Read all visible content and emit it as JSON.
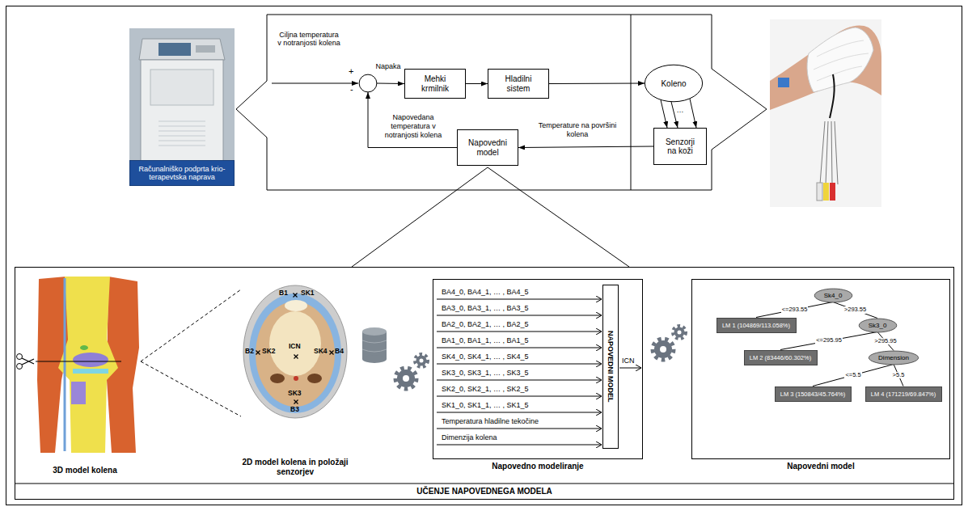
{
  "diagram": {
    "nodes": [
      {
        "text": [
          "Računalniško podprta krio-terapevtska naprava"
        ]
      },
      {
        "text": [
          "+",
          "-"
        ]
      },
      {
        "text": [
          "Mehki krmilnik"
        ]
      },
      {
        "text": [
          "Hladilni sistem"
        ]
      },
      {
        "text": [
          "Koleno"
        ]
      },
      {
        "text": [
          "Senzorji na koži"
        ]
      },
      {
        "text": [
          "Napovedni model"
        ]
      },
      {
        "text": [
          "UČENJE NAPOVEDNEGA MODELA"
        ]
      },
      {
        "text": [
          "Napovedno modeliranje"
        ],
        "in": 7
      },
      {
        "text": [
          "NAPOVEDNI MODEL"
        ],
        "in": 8
      },
      {
        "text": [
          "Napovedni model"
        ],
        "in": 7
      },
      {
        "text": [
          "Sk4_0"
        ],
        "in": 10
      },
      {
        "text": [
          "LM 1 (104869/113.058%)"
        ],
        "in": 10
      },
      {
        "text": [
          "Sk3_0"
        ],
        "in": 10
      },
      {
        "text": [
          "LM 2 (83446/60.302%)"
        ],
        "in": 10
      },
      {
        "text": [
          "Dimension"
        ],
        "in": 10
      },
      {
        "text": [
          "LM 3 (150843/45.764%)"
        ],
        "in": 10
      },
      {
        "text": [
          "LM 4 (171219/69.847%)"
        ],
        "in": 10
      }
    ],
    "edges": [
      {
        "from": 1,
        "to": 2,
        "label": "Napaka",
        "arrow": "to"
      },
      {
        "from": 2,
        "to": 3,
        "arrow": "to"
      },
      {
        "from": 3,
        "to": 4,
        "arrow": "to"
      },
      {
        "from": 4,
        "to": 5,
        "arrow": "to"
      },
      {
        "from": 4,
        "to": 5,
        "arrow": "to"
      },
      {
        "from": 4,
        "to": 5,
        "arrow": "to"
      },
      {
        "from": 5,
        "to": 6,
        "label": "Temperature na površini kolena",
        "arrow": "to"
      },
      {
        "from": 6,
        "to": 1,
        "label": "Napovedana temperatura v notranjosti kolena",
        "arrow": "to"
      },
      {
        "from": 11,
        "to": 12,
        "label": "<=293.55",
        "arrow": "none"
      },
      {
        "from": 11,
        "to": 13,
        "label": ">293.55",
        "arrow": "none"
      },
      {
        "from": 13,
        "to": 14,
        "label": "<=295.95",
        "arrow": "none"
      },
      {
        "from": 13,
        "to": 15,
        "label": ">295.95",
        "arrow": "none"
      },
      {
        "from": 15,
        "to": 16,
        "label": "<=5.5",
        "arrow": "none"
      },
      {
        "from": 15,
        "to": 17,
        "label": ">5.5",
        "arrow": "none"
      }
    ],
    "labels": [
      "Ciljna temperatura v notranjosti kolena",
      "…",
      "3D model kolena",
      "2D model kolena in položaji senzorjev",
      "B1",
      "SK1",
      "B2",
      "SK2",
      "ICN",
      "SK4",
      "B4",
      "SK3",
      "B3",
      "BA4_0, BA4_1, … , BA4_5",
      "BA3_0, BA3_1, … , BA3_5",
      "BA2_0, BA2_1, … , BA2_5",
      "BA1_0, BA1_1, … , BA1_5",
      "SK4_0, SK4_1, … , SK4_5",
      "SK3_0, SK3_1, … , SK3_5",
      "SK2_0, SK2_1, … , SK2_5",
      "SK1_0, SK1_1, … , SK1_5",
      "Temperatura hladilne tekočine",
      "Dimenzija kolena",
      "ICN"
    ]
  }
}
